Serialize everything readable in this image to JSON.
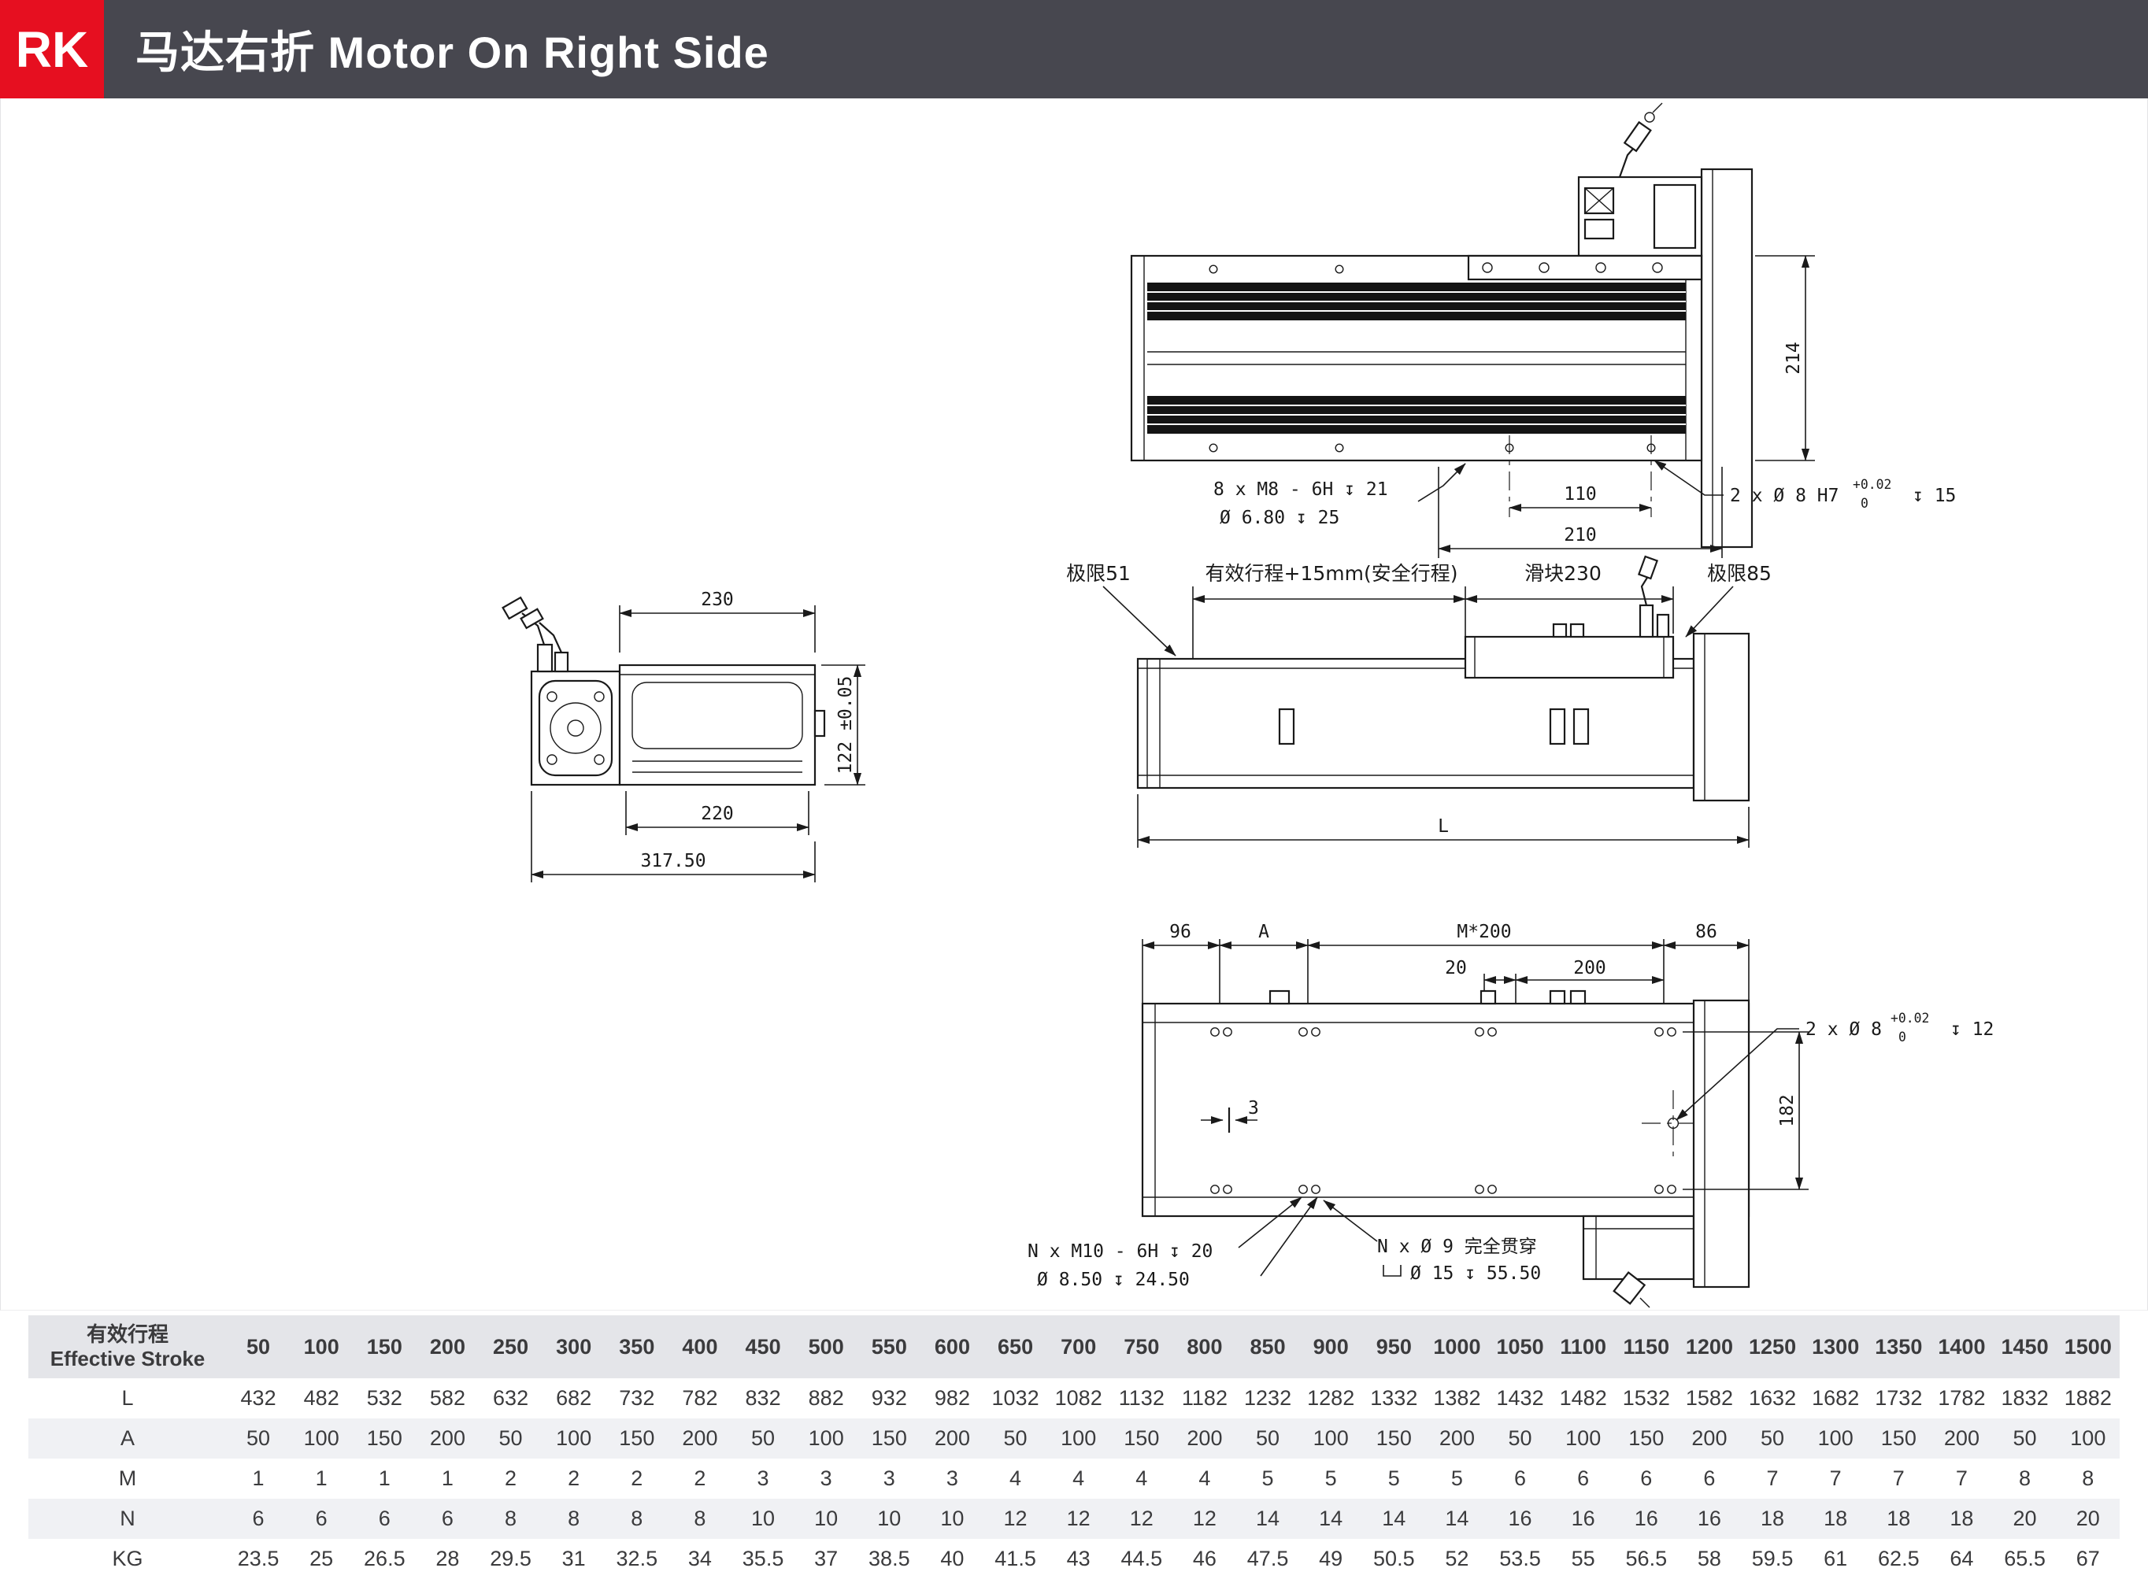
{
  "header": {
    "badge": "RK",
    "title": "马达右折 Motor On Right Side"
  },
  "drawing": {
    "plan_view": {
      "dim_height": "214",
      "thread_note_line1": "8 x M8 - 6H ↧ 21",
      "thread_note_line2": "Ø 6.80 ↧ 25",
      "dim_110": "110",
      "dim_210": "210",
      "pin_note": "2 x Ø 8 H7",
      "pin_tol_upper": "+0.02",
      "pin_tol_lower": "0",
      "pin_depth": "↧ 15"
    },
    "section_view": {
      "dim_230": "230",
      "dim_220": "220",
      "dim_317": "317.50",
      "dim_122": "122 ±0.05"
    },
    "side_view": {
      "label_limit_left": "极限51",
      "label_stroke": "有效行程+15mm(安全行程)",
      "label_slider": "滑块230",
      "label_limit_right": "极限85",
      "dim_L": "L"
    },
    "bottom_view": {
      "dim_96": "96",
      "dim_A": "A",
      "dim_M200": "M*200",
      "dim_20": "20",
      "dim_200": "200",
      "dim_86": "86",
      "pin_note": "2 x Ø 8",
      "pin_tol_upper": "+0.02",
      "pin_tol_lower": "0",
      "pin_depth": "↧ 12",
      "dim_182": "182",
      "dim_3": "3",
      "thread_note_line1": "N x M10 - 6H ↧ 20",
      "thread_note_line2": "Ø 8.50 ↧ 24.50",
      "through_note_line1": "N x Ø 9 完全贯穿",
      "through_note_line2": "Ø 15 ↧ 55.50"
    }
  },
  "table": {
    "row_label_cn": "有效行程",
    "row_label_en": "Effective Stroke",
    "strokes": [
      "50",
      "100",
      "150",
      "200",
      "250",
      "300",
      "350",
      "400",
      "450",
      "500",
      "550",
      "600",
      "650",
      "700",
      "750",
      "800",
      "850",
      "900",
      "950",
      "1000",
      "1050",
      "1100",
      "1150",
      "1200",
      "1250",
      "1300",
      "1350",
      "1400",
      "1450",
      "1500"
    ],
    "rows": [
      {
        "label": "L",
        "values": [
          "432",
          "482",
          "532",
          "582",
          "632",
          "682",
          "732",
          "782",
          "832",
          "882",
          "932",
          "982",
          "1032",
          "1082",
          "1132",
          "1182",
          "1232",
          "1282",
          "1332",
          "1382",
          "1432",
          "1482",
          "1532",
          "1582",
          "1632",
          "1682",
          "1732",
          "1782",
          "1832",
          "1882"
        ]
      },
      {
        "label": "A",
        "values": [
          "50",
          "100",
          "150",
          "200",
          "50",
          "100",
          "150",
          "200",
          "50",
          "100",
          "150",
          "200",
          "50",
          "100",
          "150",
          "200",
          "50",
          "100",
          "150",
          "200",
          "50",
          "100",
          "150",
          "200",
          "50",
          "100",
          "150",
          "200",
          "50",
          "100"
        ]
      },
      {
        "label": "M",
        "values": [
          "1",
          "1",
          "1",
          "1",
          "2",
          "2",
          "2",
          "2",
          "3",
          "3",
          "3",
          "3",
          "4",
          "4",
          "4",
          "4",
          "5",
          "5",
          "5",
          "5",
          "6",
          "6",
          "6",
          "6",
          "7",
          "7",
          "7",
          "7",
          "8",
          "8"
        ]
      },
      {
        "label": "N",
        "values": [
          "6",
          "6",
          "6",
          "6",
          "8",
          "8",
          "8",
          "8",
          "10",
          "10",
          "10",
          "10",
          "12",
          "12",
          "12",
          "12",
          "14",
          "14",
          "14",
          "14",
          "16",
          "16",
          "16",
          "16",
          "18",
          "18",
          "18",
          "18",
          "20",
          "20"
        ]
      },
      {
        "label": "KG",
        "values": [
          "23.5",
          "25",
          "26.5",
          "28",
          "29.5",
          "31",
          "32.5",
          "34",
          "35.5",
          "37",
          "38.5",
          "40",
          "41.5",
          "43",
          "44.5",
          "46",
          "47.5",
          "49",
          "50.5",
          "52",
          "53.5",
          "55",
          "56.5",
          "58",
          "59.5",
          "61",
          "62.5",
          "64",
          "65.5",
          "67"
        ]
      }
    ]
  }
}
